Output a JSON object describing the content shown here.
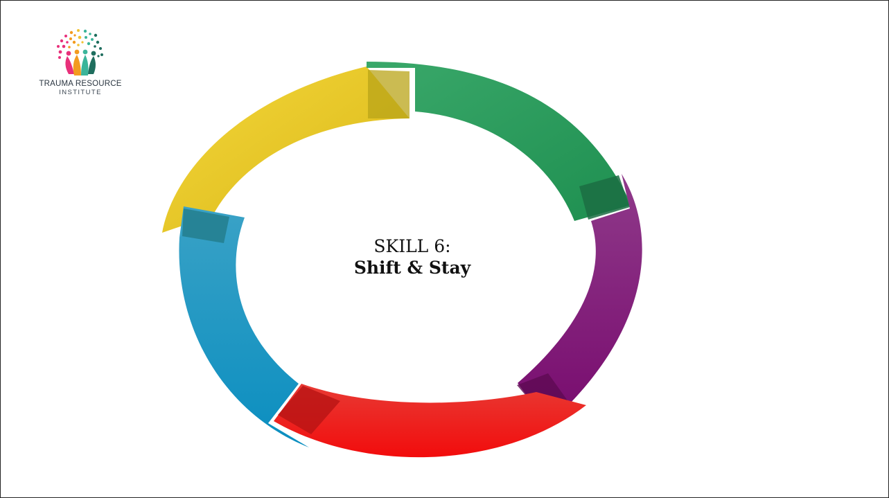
{
  "logo": {
    "name": "TRAUMA RESOURCE",
    "subname": "INSTITUTE",
    "icon": "tree-of-people-icon"
  },
  "center": {
    "skill_label": "SKILL 6:",
    "skill_name": "Shift & Stay"
  },
  "cycle": {
    "segments": [
      {
        "key": "yellow",
        "color": "#e8c41e"
      },
      {
        "key": "green",
        "color": "#2a9d5c"
      },
      {
        "key": "purple",
        "color": "#86257f"
      },
      {
        "key": "red",
        "color": "#e3262a"
      },
      {
        "key": "blue",
        "color": "#1f95c2"
      }
    ]
  }
}
